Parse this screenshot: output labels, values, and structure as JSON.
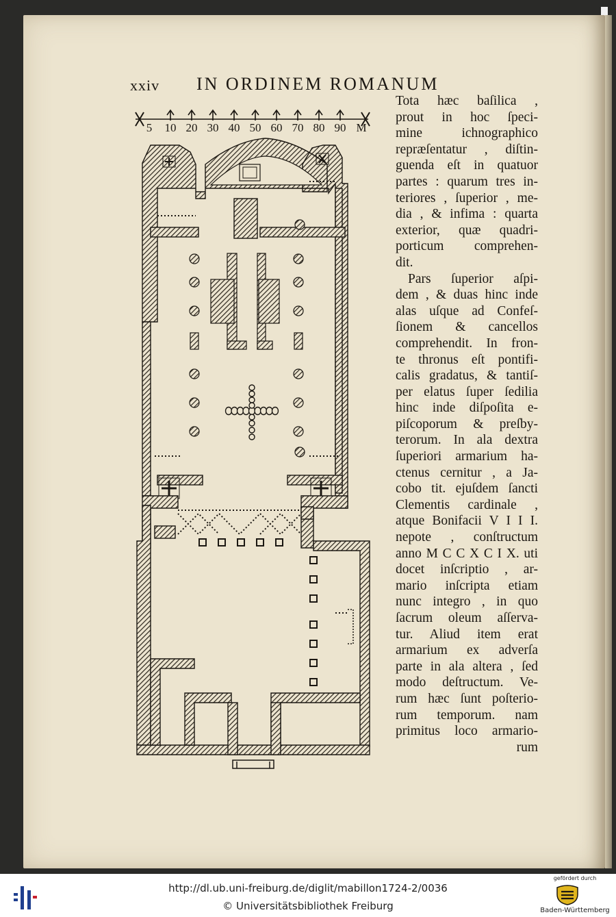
{
  "page": {
    "number": "xxiv",
    "heading": "IN ORDINEM ROMANUM",
    "scale_labels": [
      "5",
      "10",
      "20",
      "30",
      "40",
      "50",
      "60",
      "70",
      "80",
      "90",
      "M"
    ],
    "text_lines": [
      "Tota hæc baſilica ,",
      "prout in hoc ſpeci-",
      "mine ichnographico",
      "repræſentatur , diſtin-",
      "guenda eſt in quatuor",
      "partes : quarum tres in-",
      "teriores , ſuperior , me-",
      "dia , & infima : quarta",
      "exterior, quæ quadri-",
      "porticum comprehen-",
      "dit.",
      "Pars ſuperior aſpi-",
      "dem , & duas hinc inde",
      "alas uſque ad Confeſ-",
      "ſionem & cancellos",
      "comprehendit. In fron-",
      "te thronus eſt pontifi-",
      "calis gradatus, & tantiſ-",
      "per elatus ſuper ſedilia",
      "hinc inde diſpoſita e-",
      "piſcoporum & preſby-",
      "terorum. In ala dextra",
      "ſuperiori armarium ha-",
      "ctenus cernitur , a Ja-",
      "cobo tit. ejuſdem ſancti",
      "Clementis cardinale ,",
      "atque Bonifacii V I I I.",
      "nepote , conſtructum",
      "anno M C C X C I X. uti",
      "docet inſcriptio , ar-",
      "mario inſcripta etiam",
      "nunc integro , in quo",
      "ſacrum oleum aſſerva-",
      "tur. Aliud item erat",
      "armarium ex adverſa",
      "parte in ala altera , ſed",
      "modo deſtructum. Ve-",
      "rum hæc ſunt poſterio-",
      "rum temporum. nam",
      "primitus loco armario-",
      "rum"
    ]
  },
  "footer": {
    "url": "http://dl.ub.uni-freiburg.de/diglit/mabillon1724-2/0036",
    "copyright": "© Universitätsbibliothek Freiburg",
    "sponsor_label": "gefördert durch",
    "sponsor_name": "Baden-Württemberg"
  },
  "colors": {
    "paper": "#ece4cf",
    "ink": "#1b1712",
    "logo_blue": "#1f3f8f",
    "logo_red": "#c8202e",
    "seal_gold": "#e0b51d"
  },
  "icons": [
    "library-logo-icon",
    "baden-wuerttemberg-seal-icon",
    "cross-icon"
  ]
}
